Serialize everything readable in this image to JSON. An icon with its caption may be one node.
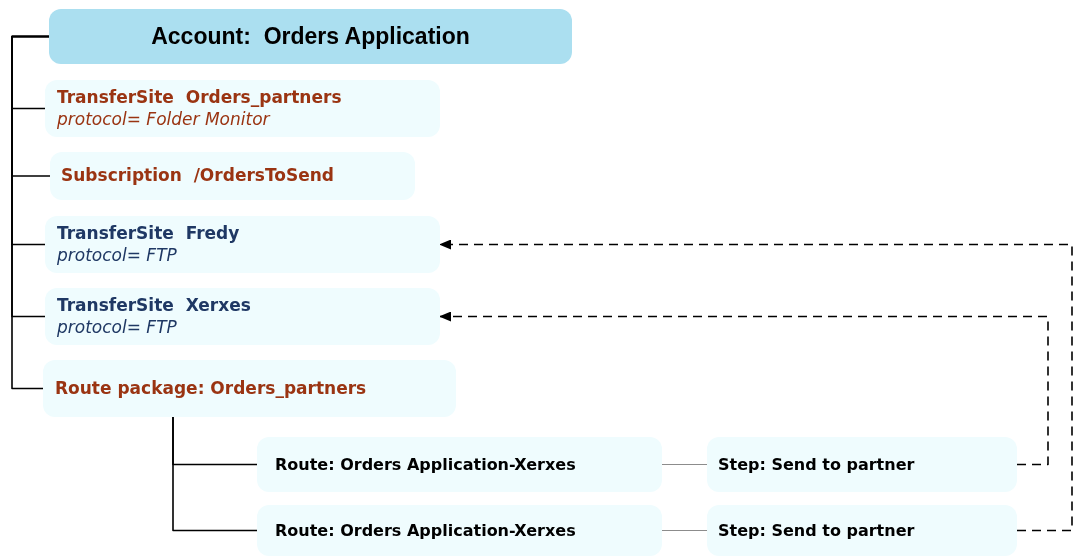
{
  "diagram": {
    "nodes": [
      {
        "text": [
          "Account:  Orders Application"
        ]
      },
      {
        "text": [
          "TransferSite  Orders_partners",
          "protocol= Folder Monitor"
        ]
      },
      {
        "text": [
          "Subscription  /OrdersToSend"
        ]
      },
      {
        "text": [
          "TransferSite  Fredy",
          "protocol= FTP"
        ]
      },
      {
        "text": [
          "TransferSite  Xerxes",
          "protocol= FTP"
        ]
      },
      {
        "text": [
          "Route package: Orders_partners"
        ]
      },
      {
        "text": [
          "Route: Orders Application-Xerxes"
        ]
      },
      {
        "text": [
          "Step: Send to partner"
        ]
      },
      {
        "text": [
          "Route: Orders Application-Xerxes"
        ]
      },
      {
        "text": [
          "Step: Send to partner"
        ]
      }
    ],
    "edges": [
      {
        "from": 0,
        "to": 1,
        "arrow": "none"
      },
      {
        "from": 0,
        "to": 2,
        "arrow": "none"
      },
      {
        "from": 0,
        "to": 3,
        "arrow": "none"
      },
      {
        "from": 0,
        "to": 4,
        "arrow": "none"
      },
      {
        "from": 0,
        "to": 5,
        "arrow": "none"
      },
      {
        "from": 5,
        "to": 6,
        "arrow": "none"
      },
      {
        "from": 5,
        "to": 8,
        "arrow": "none"
      },
      {
        "from": 6,
        "to": 7,
        "arrow": "none",
        "color": "#8c8c8c"
      },
      {
        "from": 8,
        "to": 9,
        "arrow": "none",
        "color": "#8c8c8c"
      },
      {
        "from": 7,
        "to": 4,
        "arrow": "to",
        "style": "dashed"
      },
      {
        "from": 9,
        "to": 3,
        "arrow": "to",
        "style": "dashed"
      }
    ]
  }
}
